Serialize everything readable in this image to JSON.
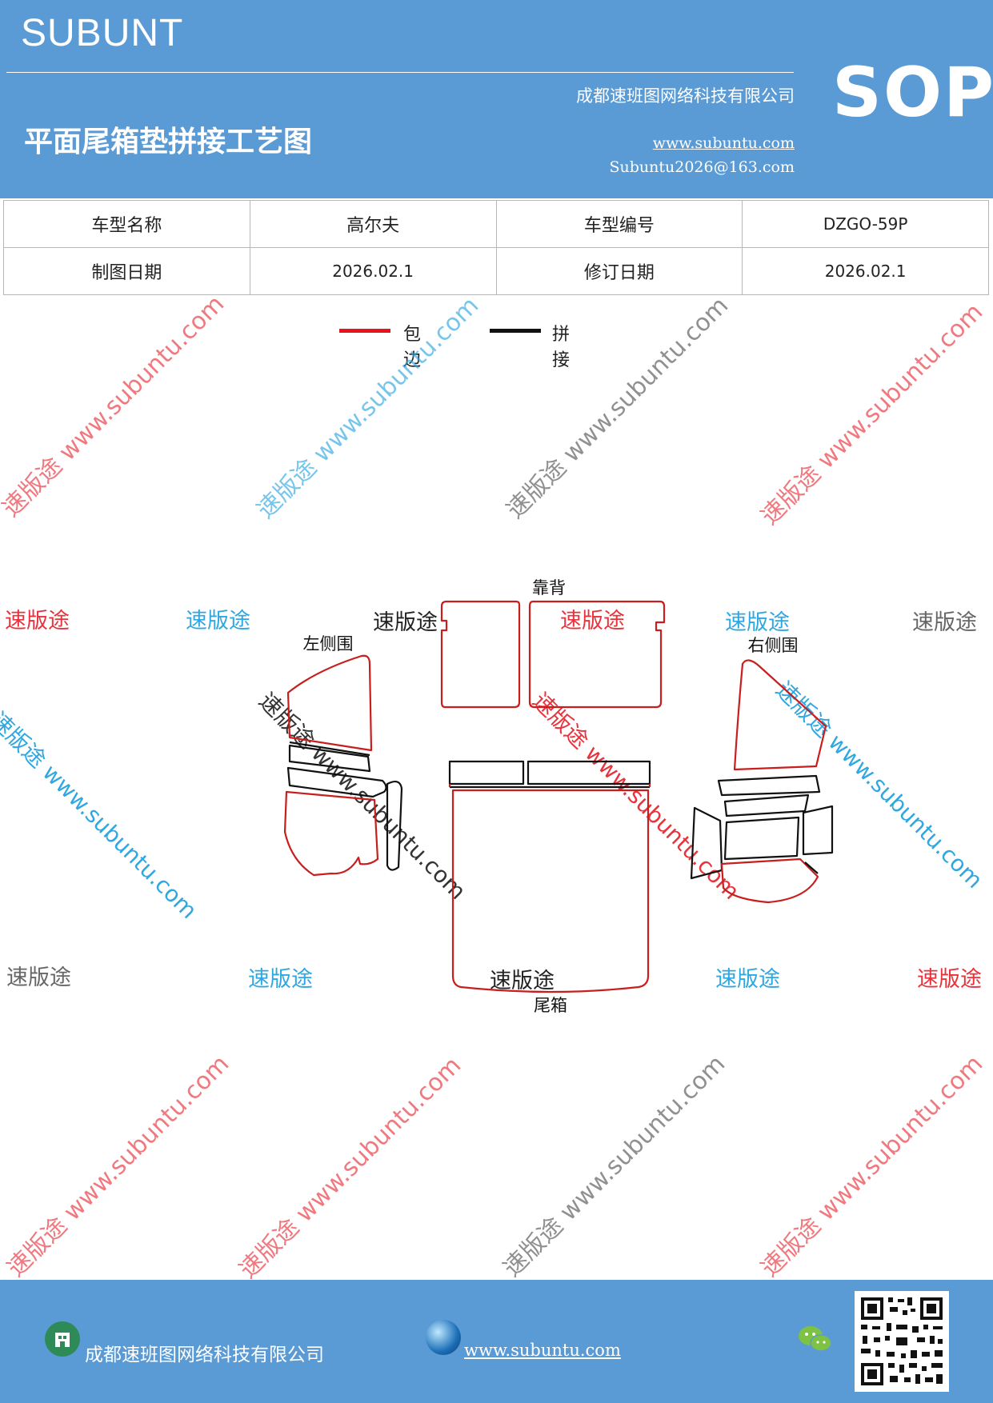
{
  "header": {
    "brand": "SUBUNT",
    "title": "平面尾箱垫拼接工艺图",
    "company": "成都速班图网络科技有限公司",
    "website": "www.subuntu.com",
    "email": "Subuntu2026@163.com",
    "badge": "SOP"
  },
  "info": {
    "row1": [
      "车型名称",
      "高尔夫",
      "车型编号",
      "DZGO-59P"
    ],
    "row2": [
      "制图日期",
      "2026.02.1",
      "修订日期",
      "2026.02.1"
    ]
  },
  "legend": {
    "edge": {
      "label": "包边",
      "color": "#e8141c"
    },
    "seam": {
      "label": "拼接",
      "color": "#111111"
    }
  },
  "parts": {
    "backrest": "靠背",
    "left_side": "左侧围",
    "right_side": "右侧围",
    "trunk": "尾箱"
  },
  "watermarks": {
    "brand": "速版途",
    "site_combo": "速版途 www.subuntu.com"
  },
  "footer": {
    "company": "成都速班图网络科技有限公司",
    "website": "www.subuntu.com"
  },
  "colors": {
    "header_bg": "#5b9bd5",
    "edge_red": "#c81e1e",
    "watermark_red": "#e8323c",
    "watermark_blue": "#2fa7e0",
    "watermark_gray": "#666666"
  }
}
